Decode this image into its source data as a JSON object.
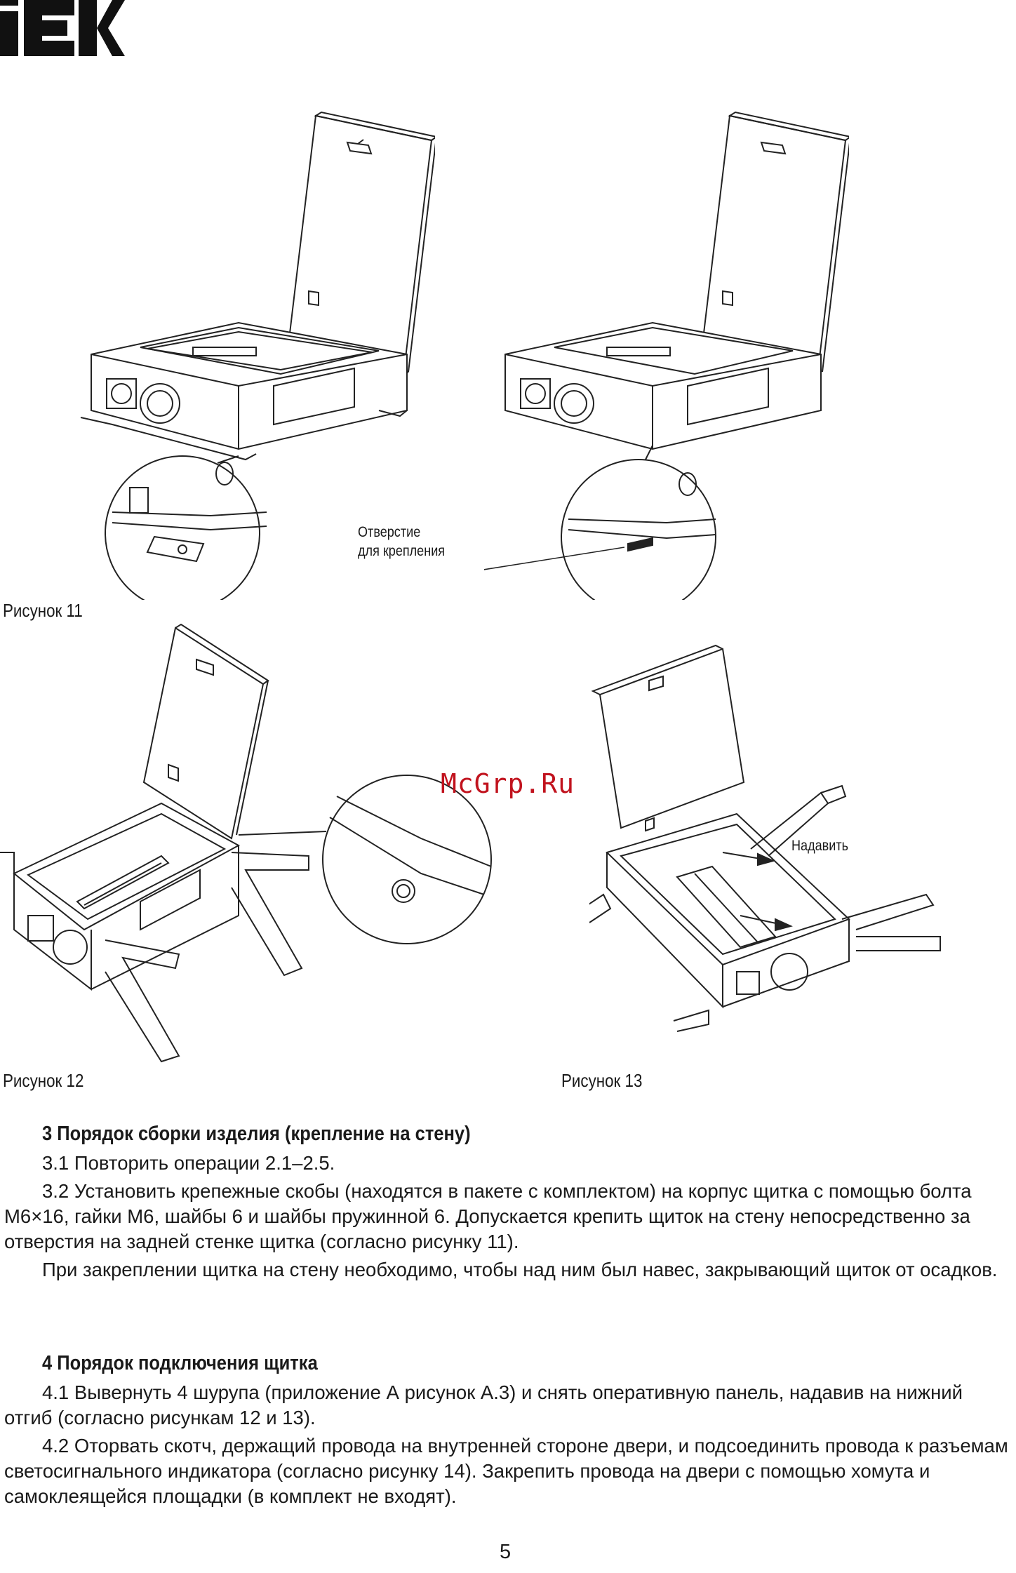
{
  "logo": {
    "text": "IEK"
  },
  "watermark": "McGrp.Ru",
  "figures": {
    "fig11": {
      "caption": "Рисунок 11",
      "callout_line1": "Отверстие",
      "callout_line2": "для крепления"
    },
    "fig12": {
      "caption": "Рисунок 12"
    },
    "fig13": {
      "caption": "Рисунок 13",
      "callout": "Надавить"
    }
  },
  "section3": {
    "heading": "3  Порядок сборки изделия (крепление на стену)",
    "p1": "3.1  Повторить операции 2.1–2.5.",
    "p2": "3.2  Установить крепежные скобы (находятся в пакете с комплектом) на корпус щитка с помощью болта М6×16, гайки М6, шайбы 6 и шайбы пружинной 6. Допускается крепить щиток на стену непосредственно за отверстия на задней стенке щитка (согласно рисунку 11).",
    "p3": "При закреплении щитка на стену необходимо, чтобы над ним был навес, закрывающий щиток от осадков."
  },
  "section4": {
    "heading": "4  Порядок подключения щитка",
    "p1": "4.1  Вывернуть 4 шурупа (приложение А рисунок А.3) и снять оперативную панель, надавив на нижний отгиб (согласно рисункам 12 и 13).",
    "p2": "4.2  Оторвать скотч, держащий провода на внутренней стороне двери, и подсоединить провода к разъемам светосигнального индикатора (согласно рисунку 14). Закрепить провода на двери с помощью хомута и самоклеящейся площадки (в комплект не входят)."
  },
  "page_number": "5"
}
